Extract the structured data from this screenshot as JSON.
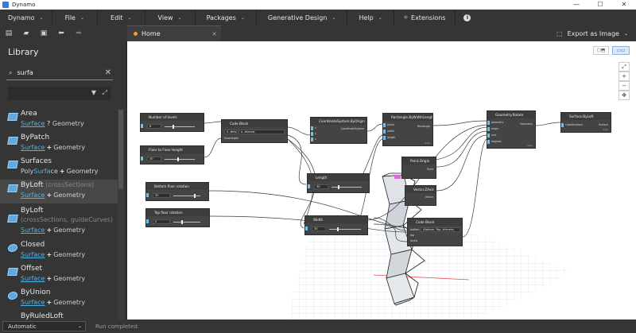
{
  "window": {
    "title": "Dynamo",
    "controls": [
      "—",
      "☐",
      "✕"
    ]
  },
  "menu": [
    {
      "label": "Dynamo",
      "chevron": "⌄"
    },
    {
      "label": "File",
      "chevron": "⌄"
    },
    {
      "label": "Edit",
      "chevron": "⌄"
    },
    {
      "label": "View",
      "chevron": "⌄"
    },
    {
      "label": "Packages",
      "chevron": "⌄"
    },
    {
      "label": "Generative Design",
      "chevron": "⌄"
    },
    {
      "label": "Help",
      "chevron": "⌄"
    },
    {
      "label": "Extensions",
      "chevron": ""
    },
    {
      "label": "",
      "chevron": ""
    }
  ],
  "toolbar": {
    "icons": [
      "new-file-icon",
      "open-folder-icon",
      "save-icon",
      "undo-icon",
      "redo-icon"
    ]
  },
  "tab": {
    "label": "Home",
    "close": "×",
    "accent": "#e8a33d"
  },
  "export": {
    "label": "Export as Image",
    "chevron": "⌄"
  },
  "library": {
    "title": "Library",
    "search_value": "surfa",
    "items": [
      {
        "name": "Area",
        "params": "",
        "sub_pre": "",
        "sub_hl": "Surface",
        "sub_post": "",
        "mark": "?",
        "cat": "Geometry"
      },
      {
        "name": "ByPatch",
        "params": "",
        "sub_pre": "",
        "sub_hl": "Surface",
        "sub_post": "",
        "mark": "+",
        "cat": "Geometry"
      },
      {
        "name": "Surfaces",
        "params": "",
        "sub_pre": "Poly",
        "sub_hl": "Surfa",
        "sub_post": "ce",
        "mark": "+",
        "cat": "Geometry"
      },
      {
        "name": "ByLoft",
        "params": "(crossSections)",
        "sub_pre": "",
        "sub_hl": "Surface",
        "sub_post": "",
        "mark": "+",
        "cat": "Geometry"
      },
      {
        "name": "ByLoft",
        "params": "(crossSections, guideCurves)",
        "sub_pre": "",
        "sub_hl": "Surface",
        "sub_post": "",
        "mark": "+",
        "cat": "Geometry"
      },
      {
        "name": "Closed",
        "params": "",
        "sub_pre": "",
        "sub_hl": "Surface",
        "sub_post": "",
        "mark": "+",
        "cat": "Geometry"
      },
      {
        "name": "Offset",
        "params": "",
        "sub_pre": "",
        "sub_hl": "Surface",
        "sub_post": "",
        "mark": "+",
        "cat": "Geometry"
      },
      {
        "name": "ByUnion",
        "params": "",
        "sub_pre": "",
        "sub_hl": "Surface",
        "sub_post": "",
        "mark": "+",
        "cat": "Geometry"
      },
      {
        "name": "ByRuledLoft",
        "params": "",
        "sub_pre": "",
        "sub_hl": "",
        "sub_post": "",
        "mark": "",
        "cat": ""
      }
    ]
  },
  "status": {
    "run_mode": "Automatic",
    "message": "Run completed."
  },
  "nodes": {
    "number_of_levels": {
      "title": "Number of levels",
      "value": "6"
    },
    "floor_height": {
      "title": "Floor to Floor Height",
      "value": "30"
    },
    "code_block_1": {
      "title": "Code Block",
      "line1": "0..#levels",
      "line2": "a..#levels",
      "out": "floorHeight"
    },
    "coord_system": {
      "title": "CoordinateSystem.ByOrigin",
      "inputs": [
        "x",
        "y",
        "z"
      ],
      "out": "CoordinateSystem"
    },
    "rect": {
      "title": "Rectangle.ByWidthLength",
      "inputs": [
        "plane",
        "width",
        "length"
      ],
      "out": "Rectangle"
    },
    "geom_rotate": {
      "title": "Geometry.Rotate",
      "inputs": [
        "geometry",
        "origin",
        "axis",
        "degrees"
      ],
      "out": "Geometry"
    },
    "surface_byloft": {
      "title": "Surface.ByLoft",
      "inputs": [
        "crossSections"
      ],
      "out": "Surface"
    },
    "length": {
      "title": "Length",
      "value": "30"
    },
    "bottom_rot": {
      "title": "Bottom floor rotation",
      "value": "30"
    },
    "top_rot": {
      "title": "Top floor rotation",
      "value": "0"
    },
    "width": {
      "title": "Width",
      "value": "30"
    },
    "point_origin": {
      "title": "Point.Origin",
      "out": "Point"
    },
    "vector_zaxis": {
      "title": "Vector.ZAxis",
      "out": "Vector"
    },
    "code_block_2": {
      "title": "Code Block",
      "inputs": [
        "bottom",
        "top",
        "levels"
      ],
      "line": "(Bottom..Top..#levels)"
    },
    "foot": "auto"
  }
}
